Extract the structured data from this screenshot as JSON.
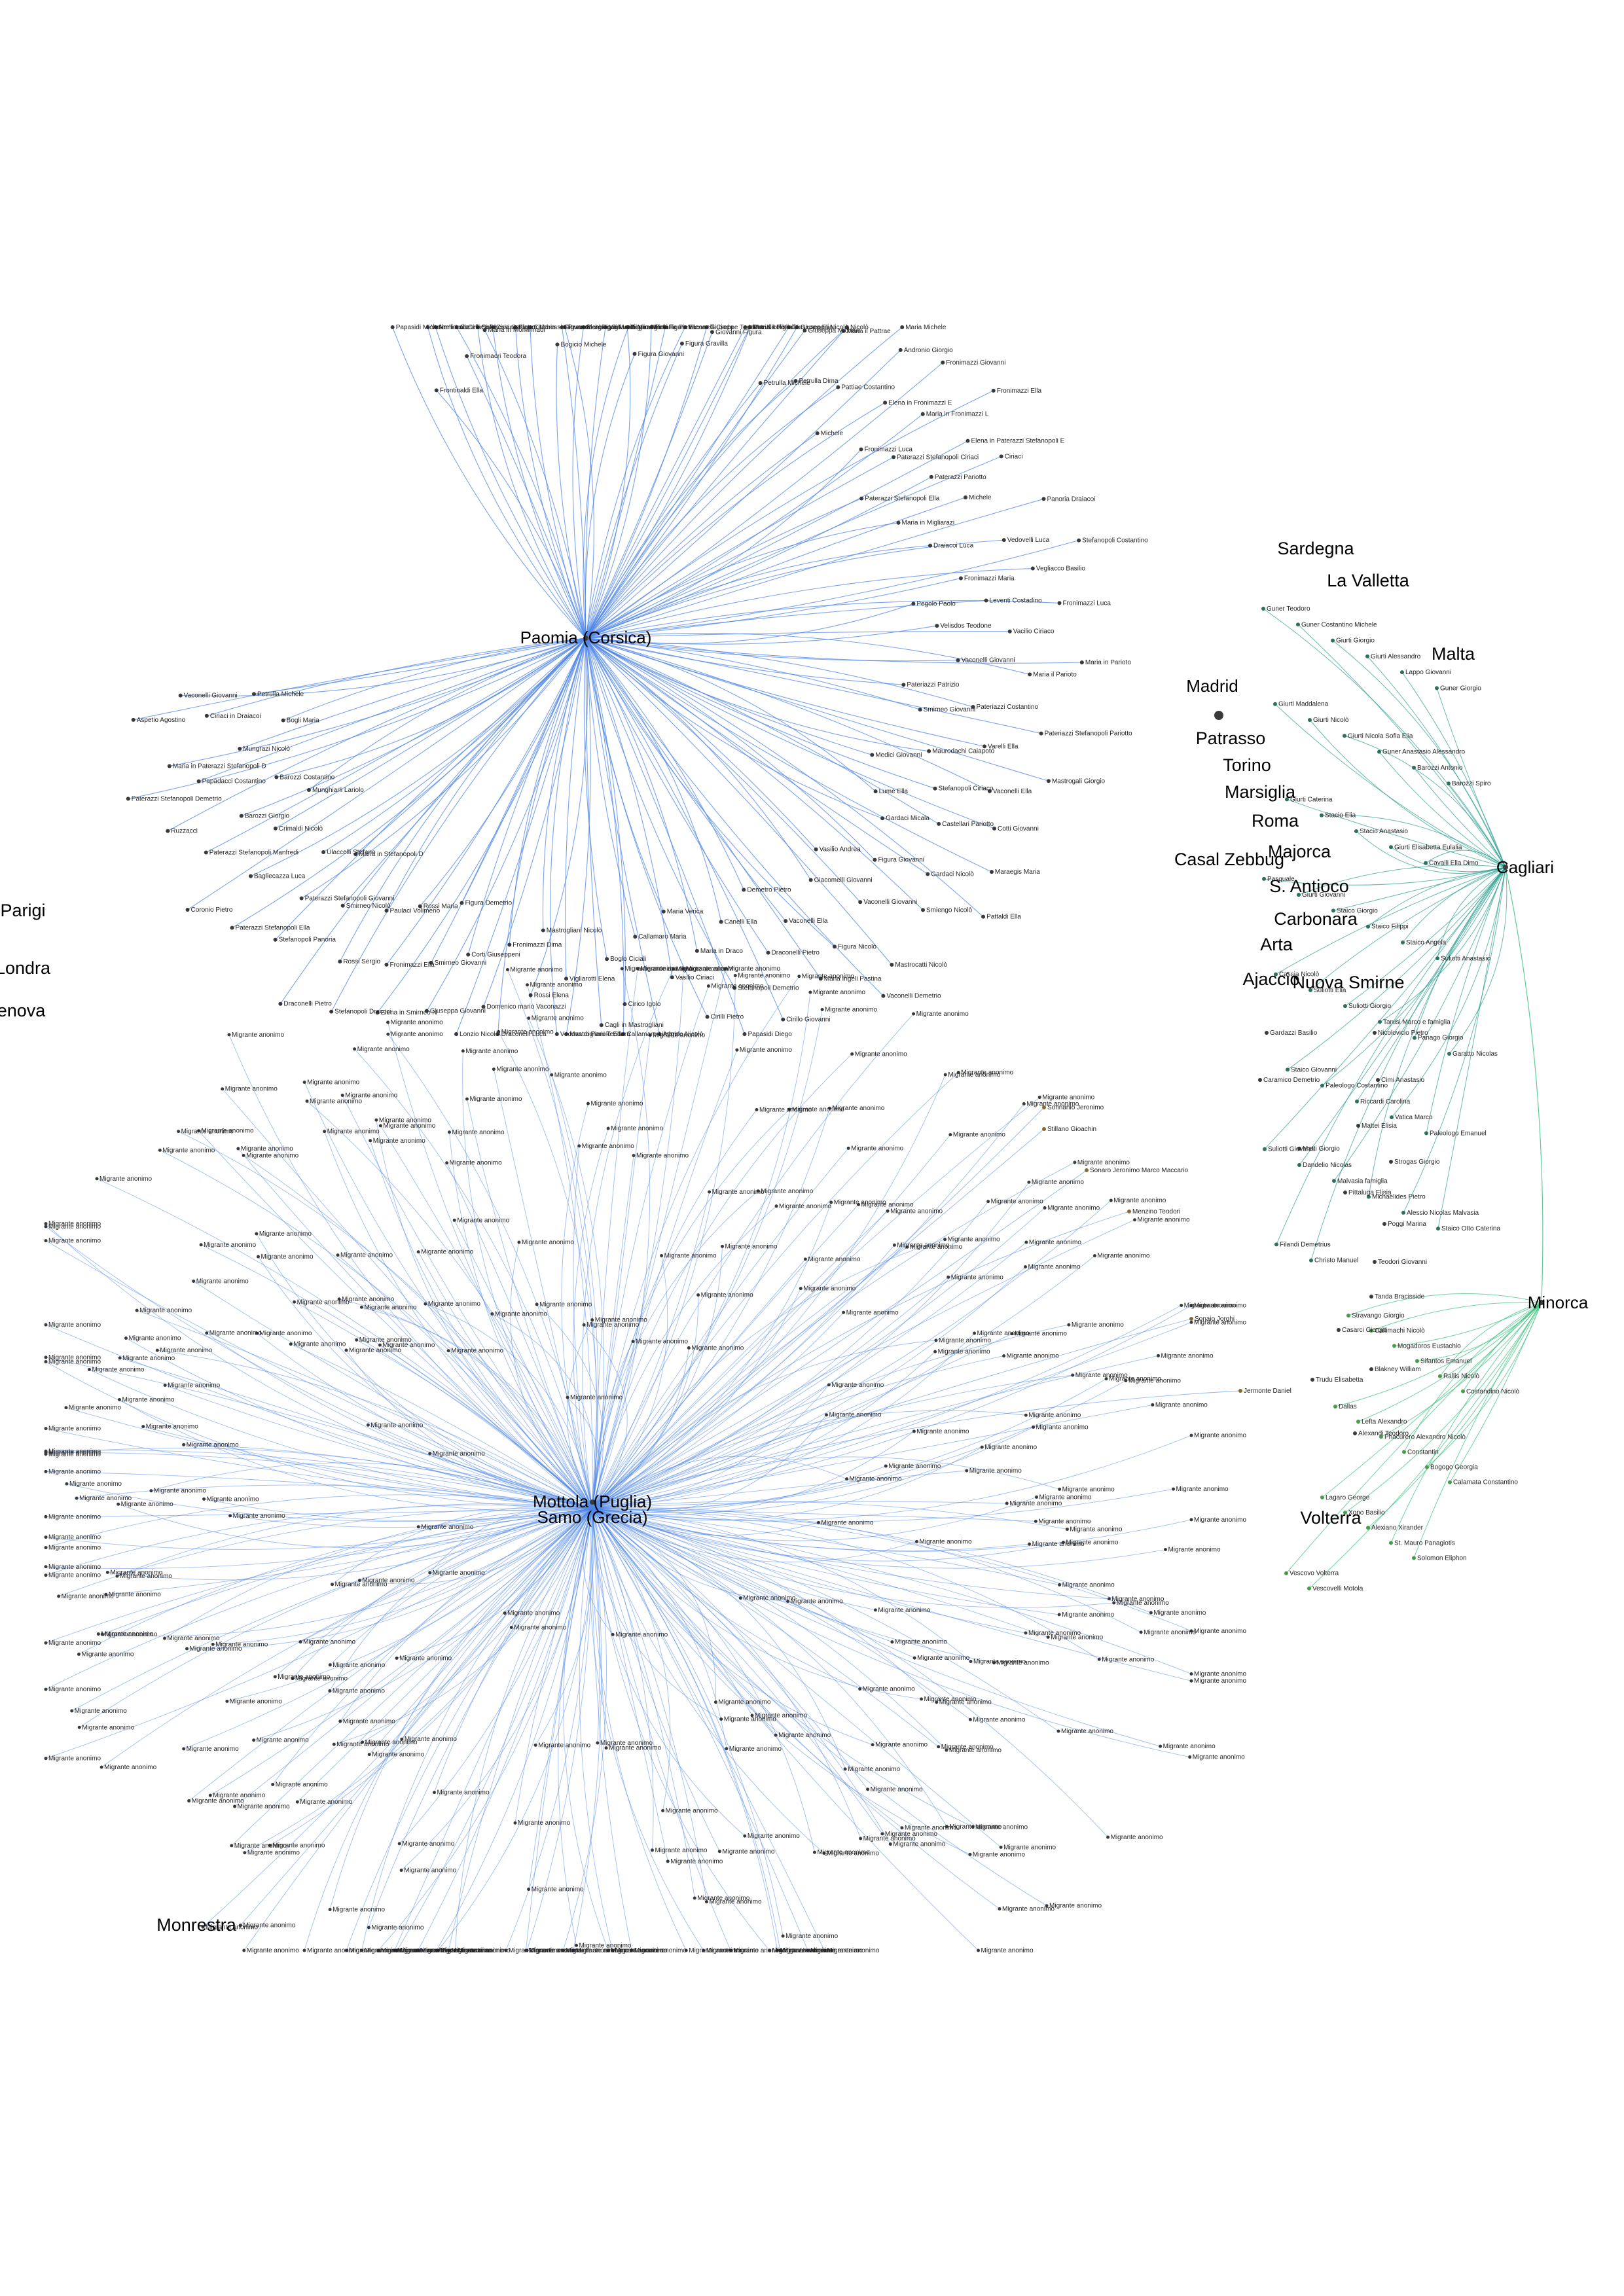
{
  "colors": {
    "background": "#ffffff",
    "edge_blue": "#4f86e6",
    "edge_teal": "#2a9d8f",
    "edge_green": "#34c07a",
    "node": "#3a3a3a",
    "text": "#000000"
  },
  "hubs": [
    {
      "id": "paomia",
      "label": "Paomia (Corsica)"
    },
    {
      "id": "mottola",
      "label": "Mottola (Puglia)"
    },
    {
      "id": "samo",
      "label": "Samo (Grecia)"
    },
    {
      "id": "cagliari",
      "label": "Cagliari"
    },
    {
      "id": "minorca",
      "label": "Minorca"
    },
    {
      "id": "madrid",
      "label": "Madrid"
    }
  ],
  "places": [
    "Sardegna",
    "La Valletta",
    "Malta",
    "Patrasso",
    "Torino",
    "Marsiglia",
    "Roma",
    "Casal Zebbug",
    "Majorca",
    "S. Antioco",
    "Carbonara",
    "Arta",
    "Ajaccio",
    "Nuova Smirne",
    "Volterra",
    "Parigi",
    "Londra",
    "Genova",
    "Monrestra"
  ],
  "paomia_people": [
    "Frontinaldi Ella",
    "Vasirelli Luca",
    "Papasidi Michele",
    "Fronimacri Teodora",
    "Canelli Sofia",
    "Nemocali Ciriaco",
    "Maria in Mominnadi",
    "Ciriaco Pietro",
    "Cirichessi Costa",
    "Figura Maria",
    "Cirichessi Giovanni",
    "Bogicio Michele",
    "Paracecchi Figura",
    "Figura Giorgio",
    "Mastrogali Maria",
    "Vigliarotti Manogli",
    "Boglio Nicolò",
    "Figura Maria",
    "Petrulla Pietro",
    "Figura Giovanni",
    "Figura Elena",
    "Vaconelli Ciada",
    "Figura Gravilla",
    "Giuseppe Teodoro",
    "Lume Nicolò",
    "Giovanni Figura",
    "Maria il Petrulla",
    "Giuseppa Elia",
    "Petrulla Figlia",
    "Giuseppa Nicolò",
    "Petrulla Michele",
    "Giuseppa Michele",
    "Nicolò",
    "Petrulla Dima",
    "Maria il Pattrae",
    "Maria Michele",
    "Pattiae Costantino",
    "Andronio Giorgio",
    "Michele",
    "Elena in Fronimazzi E",
    "Fronimazzi Giovanni",
    "Fronimazzi Luca",
    "Maria in Fronimazzi L",
    "Fronimazzi Ella",
    "Paterazzi Stefanopoli Ciriaci",
    "Elena in Paterazzi Stefanopoli E",
    "Paterazzi Stefanopoli Ella",
    "Paterazzi Pariotto",
    "Ciriaci",
    "Maria in Migliarazi",
    "Michele",
    "Panoria Draiacoi",
    "Draiacoi Luca",
    "Vedovelli Luca",
    "Stefanopoli Costantino",
    "Fronimazzi Maria",
    "Vegliacco Basilio",
    "Pegolo Paolo",
    "Leventi Costadino",
    "Fronimazzi Luca",
    "Velisdos Teodone",
    "Vacilio Ciriaco",
    "Maria in Parioto",
    "Vaconelli Giovanni",
    "Maria il Parioto",
    "Pateriazzi Patrizio",
    "Pateriazzi Costantino",
    "Pateriazzi Stefanopoli Pariotto",
    "Smirneo Giovanni",
    "Varelli Ella",
    "Mastrogali Giorgio",
    "Maurodachi Caiapoto",
    "Vaconelli Ella",
    "Medici Giovanni",
    "Stefanopoli Ciriaco",
    "Cotti Giovanni",
    "Lume Ella",
    "Castellari Pariotto",
    "Maraegis Maria",
    "Gardaci Micala",
    "Gardaci Nicolò",
    "Pattaldi Ella",
    "Figura Giovanni",
    "Smiengo Nicolò",
    "Vasilio Andrea",
    "Vaconelli Giovanni",
    "Mastrocatti Nicolò",
    "Giacomelli Giovanni",
    "Figura Nicolò",
    "Vaconelli Demetrio",
    "Vaconelli Ella",
    "Maria Ingeli Pastina",
    "Demetro Pietro",
    "Draconelli Pietro",
    "Cirillo Giovanni",
    "Canelli Ella",
    "Stefanopoli Demetrio",
    "Papasidi Diego",
    "Maria in Draco",
    "Cirilli Pietro",
    "Maria Verica",
    "Vasilio Ciriaci",
    "Aggelo Nicolò",
    "Callamaro Maria",
    "Cirico Igolo",
    "Callamaro Limbrio",
    "Boglo Ciciali",
    "Cagli in Mastrogliani",
    "Mastrogliani Teodora",
    "Vigliarotti Elena",
    "Vedova di Pariolo Ella",
    "Mastrogliani Nicolò",
    "Rossi Elena",
    "Draconelli Luca",
    "Fronimazzi Dima",
    "Domenico mario Vaconazzi",
    "Lonzio Nicolò",
    "Corti Giuseppeni",
    "Giuseppa Giovanni",
    "Figura Demetrio",
    "Smirneo Giovanni",
    "Elena in Smirneo N",
    "Rossi Maria",
    "Fronimazzi Ella",
    "Stefanopoli Dracoci",
    "Paulaci Volimeno",
    "Rossi Sergio",
    "Draconelli Pietro",
    "Smirneo Nicolò",
    "Stefanopoli Panoria",
    "Maria in Stefanopoli D",
    "Paterazzi Stefanopoli Giovanni",
    "Paterazzi Stefanopoli Ella",
    "Ulaccelli Stefano",
    "Bagliecazza Luca",
    "Coronio Pietro",
    "Crimaldi Nicolò",
    "Paterazzi Stefanopoli Manfredi",
    "Munghiarli Lariolo",
    "Barozzi Giorgio",
    "Ruzzacci",
    "Barozzi Costantino",
    "Papadacci Costantino",
    "Paterazzi Stefanopoli Demetrio",
    "Mungrazi Nicolò",
    "Maria in Paterazzi Stefanopoli D",
    "Bogli Maria",
    "Ciriaci in Draiacoi",
    "Aspetio Agostino",
    "Petrulla Michele",
    "Vaconelli Giovanni"
  ],
  "cagliari_people": [
    "Guner Teodoro",
    "Guner Costantino Michele",
    "Giurti Giorgio",
    "Giurti Alessandro",
    "Lappo Giovanni",
    "Guner Giorgio",
    "Giurti Maddalena",
    "Giurti Nicolò",
    "Giurti Nicola Sofia Elia",
    "Guner Anastasio Alessandro",
    "Barozzi Antonio",
    "Barozzi Spiro",
    "Giurti Caterina",
    "Stacio Elia",
    "Stacio Anastasio",
    "Giurti Elisabetta Eulalia",
    "Cavalli Ella Dimo",
    "Pasquale",
    "Giurti Giovanni",
    "Staico Giorgio",
    "Staico Filippi",
    "Staico Angela",
    "Suliotti Anastasio",
    "Cassia Nicolò",
    "Suliotti Elia",
    "Suliotti Giorgio",
    "Tarusi Marco e famiglia",
    "Panago Giorgio",
    "Garatto Nicolas",
    "Staico Giovanni",
    "Paleologo Costantino",
    "Riccardi Carolina",
    "Vatica Marco",
    "Paleologo Emanuel",
    "Suliotti Giovanni",
    "Dandelio Nicolas",
    "Malvasia famiglia",
    "Michaelides Pietro",
    "Alessio Nicolas Malvasia",
    "Staico Otto Caterina",
    "Filandi Demetrius",
    "Christo Manuel"
  ],
  "minorca_people": [
    "Stravango Giorgio",
    "Callimachi Nicolò",
    "Mogadoros Eustachio",
    "Sifantos Emanuel",
    "Rallis Nicolò",
    "Costandino Nicolò",
    "Dallas",
    "Lefta Alexandro",
    "Phacurero Alexandro Nicolò",
    "Constantin",
    "Bogogo Georgia",
    "Calamata Constantino",
    "Lagaro George",
    "Xono Basilio",
    "Alexiano Xirander",
    "St. Mauro Panagiotis",
    "Solomon Eliphon",
    "Vescovo Volterra",
    "Vescovelli Motola"
  ],
  "east_people": [
    "Gardazzi Basilio",
    "Nicolovicio Pietro",
    "Caramico Demetrio",
    "Cimi Anastasio",
    "Mattei Elisia",
    "Matti Giorgio",
    "Strogas Giorgio",
    "Pittaluga Elisia",
    "Poggi Marina",
    "Teodori Giovanni",
    "Tanda Bracisside",
    "Casarci Giorgio",
    "Blakney William",
    "Trudu Elisabetta",
    "Alexandi Teodoro",
    "Sonnanio Jeronimo",
    "Stillano Gioachin",
    "Sonaro Jeronimo Marco Maccario",
    "Menzino Teodori",
    "Sonaio Jorghi",
    "Jermonte Daniel"
  ],
  "migrant_label": "Migrante anonimo",
  "migrant_count": 320
}
